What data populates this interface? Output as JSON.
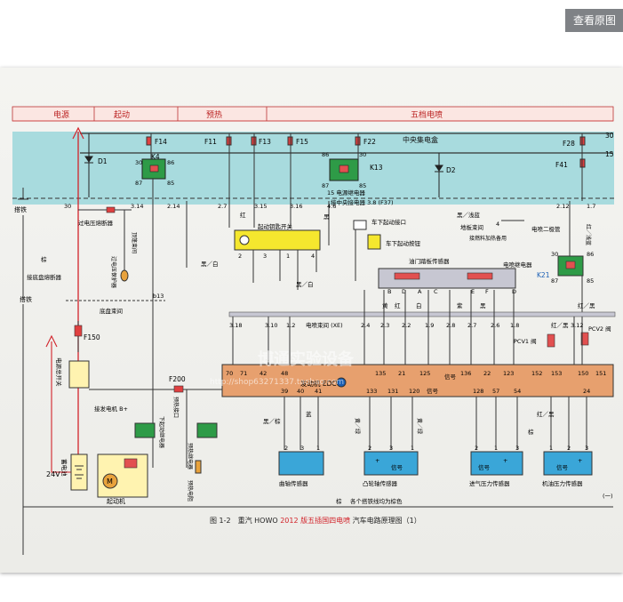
{
  "ui": {
    "view_original_label": "查看原图"
  },
  "header": {
    "sections": [
      "电源",
      "起动",
      "预热",
      "五档电喷"
    ]
  },
  "fuse_box": {
    "title": "中央集电盒",
    "fuses": [
      "F14",
      "F11",
      "F13",
      "F15",
      "F22",
      "F28",
      "F41"
    ],
    "rail_numbers": [
      "30",
      "15"
    ],
    "diodes": [
      "D1",
      "D2"
    ],
    "relay_k4": "K4",
    "relay_k13": "K13",
    "k4_pins": [
      "30",
      "86",
      "87",
      "85"
    ],
    "k13_pins": [
      "86",
      "30",
      "87",
      "85"
    ],
    "k13_note": "15 电源继电器",
    "ground_note": "接中央接电器 3.8 (F37)",
    "wire_numbers": [
      "30",
      "3.14",
      "2.14",
      "2.7",
      "3.15",
      "3.16",
      "4.6",
      "2.12",
      "1.7"
    ]
  },
  "left": {
    "ground1": "搭铁",
    "ground2": "搭铁",
    "overvoltage": "过电压熔断器",
    "harness": "顶篷束间",
    "protector": "过电压保护器",
    "top_wire": "棕",
    "switch_box": "接底盘熔断器",
    "chassis": "底盘束间",
    "b13": "b13",
    "f150": "F150",
    "main_switch": "电源总开关",
    "f200": "F200",
    "gen_b": "接发电机 B+",
    "battery": "蓄电池",
    "volt": "24V",
    "starter": "起动机",
    "start_relay": "下起动继电器",
    "preheat_if": "预热接口",
    "preheat_relay": "预热继电器",
    "preheat_res": "预热电阻"
  },
  "ignition": {
    "title": "起动钥匙开关",
    "pins": [
      "2",
      "3",
      "1",
      "4"
    ],
    "color_red": "红",
    "color_black": "黑",
    "wire_color": "黑／白"
  },
  "car_start": {
    "port": "车下起动接口",
    "button": "车下起动按钮",
    "wire_color": "黑／白"
  },
  "throttle": {
    "title": "油门踏板传感器",
    "pins": [
      "B",
      "D",
      "A",
      "C",
      "E",
      "F",
      "D"
    ],
    "colors": [
      "红",
      "黄",
      "白",
      "紫",
      "黑"
    ]
  },
  "right": {
    "warm_wire": "黑／浅蓝",
    "heater": "地板束间",
    "heater_note": "接燃料加热备用",
    "k21_label": "电喷继电器",
    "k21": "K21",
    "diode2": "电喷二极管",
    "pin4": "4",
    "k21_pins": [
      "30",
      "86",
      "87",
      "85"
    ],
    "pcv1": "PCV1 阀",
    "pcv2": "PCV2 阀",
    "wire_colors": [
      "红／浅蓝",
      "红／黑",
      "红／黑"
    ]
  },
  "harness_bar": {
    "label": "电喷束间 (XE)",
    "wires": [
      "3.18",
      "3.10",
      "1.2",
      "2.4",
      "2.3",
      "2.2",
      "1.9",
      "2.8",
      "2.7",
      "2.6",
      "1.8",
      "3.12"
    ]
  },
  "ecu": {
    "label": "发动机 EDC",
    "top_pins": [
      "70",
      "71",
      "42",
      "48",
      "135",
      "21",
      "125",
      "136",
      "22",
      "123",
      "152",
      "153",
      "150",
      "151"
    ],
    "bottom_pins": [
      "39",
      "40",
      "41",
      "133",
      "131",
      "120",
      "128",
      "57",
      "54",
      "24"
    ],
    "signal": "信号",
    "signal2": "信号"
  },
  "sensors": {
    "crank": "曲轴传感器",
    "cam": "凸轮轴传感器",
    "intake": "进气压力传感器",
    "oil": "机油压力传感器",
    "pins": [
      "2",
      "3",
      "1",
      "2",
      "3",
      "1",
      "2",
      "1",
      "3",
      "1",
      "2",
      "3"
    ],
    "plus": "+",
    "signal_tag": "信号",
    "colors": [
      "黑／棕",
      "蓝",
      "黄／绿",
      "黄／绿",
      "棕",
      "红／黑"
    ]
  },
  "footer": {
    "note": "各个搭铁线均为棕色",
    "ground_label": "棕",
    "caption_prefix": "图 1-2　重汽 HOWO",
    "caption_red": "2012 版五插国四电喷",
    "caption_suffix": "汽车电路原理图（1）",
    "page_num": "(一)"
  },
  "watermark": {
    "brand": "博通实验设备",
    "url": "http://shop63271337.taobao.com"
  },
  "colors": {
    "band": "#8fd3d8",
    "red_wire": "#d2232a",
    "ecu": "#e7a06e",
    "harness": "#c7c7d2",
    "sensor": "#3aa6d8"
  }
}
